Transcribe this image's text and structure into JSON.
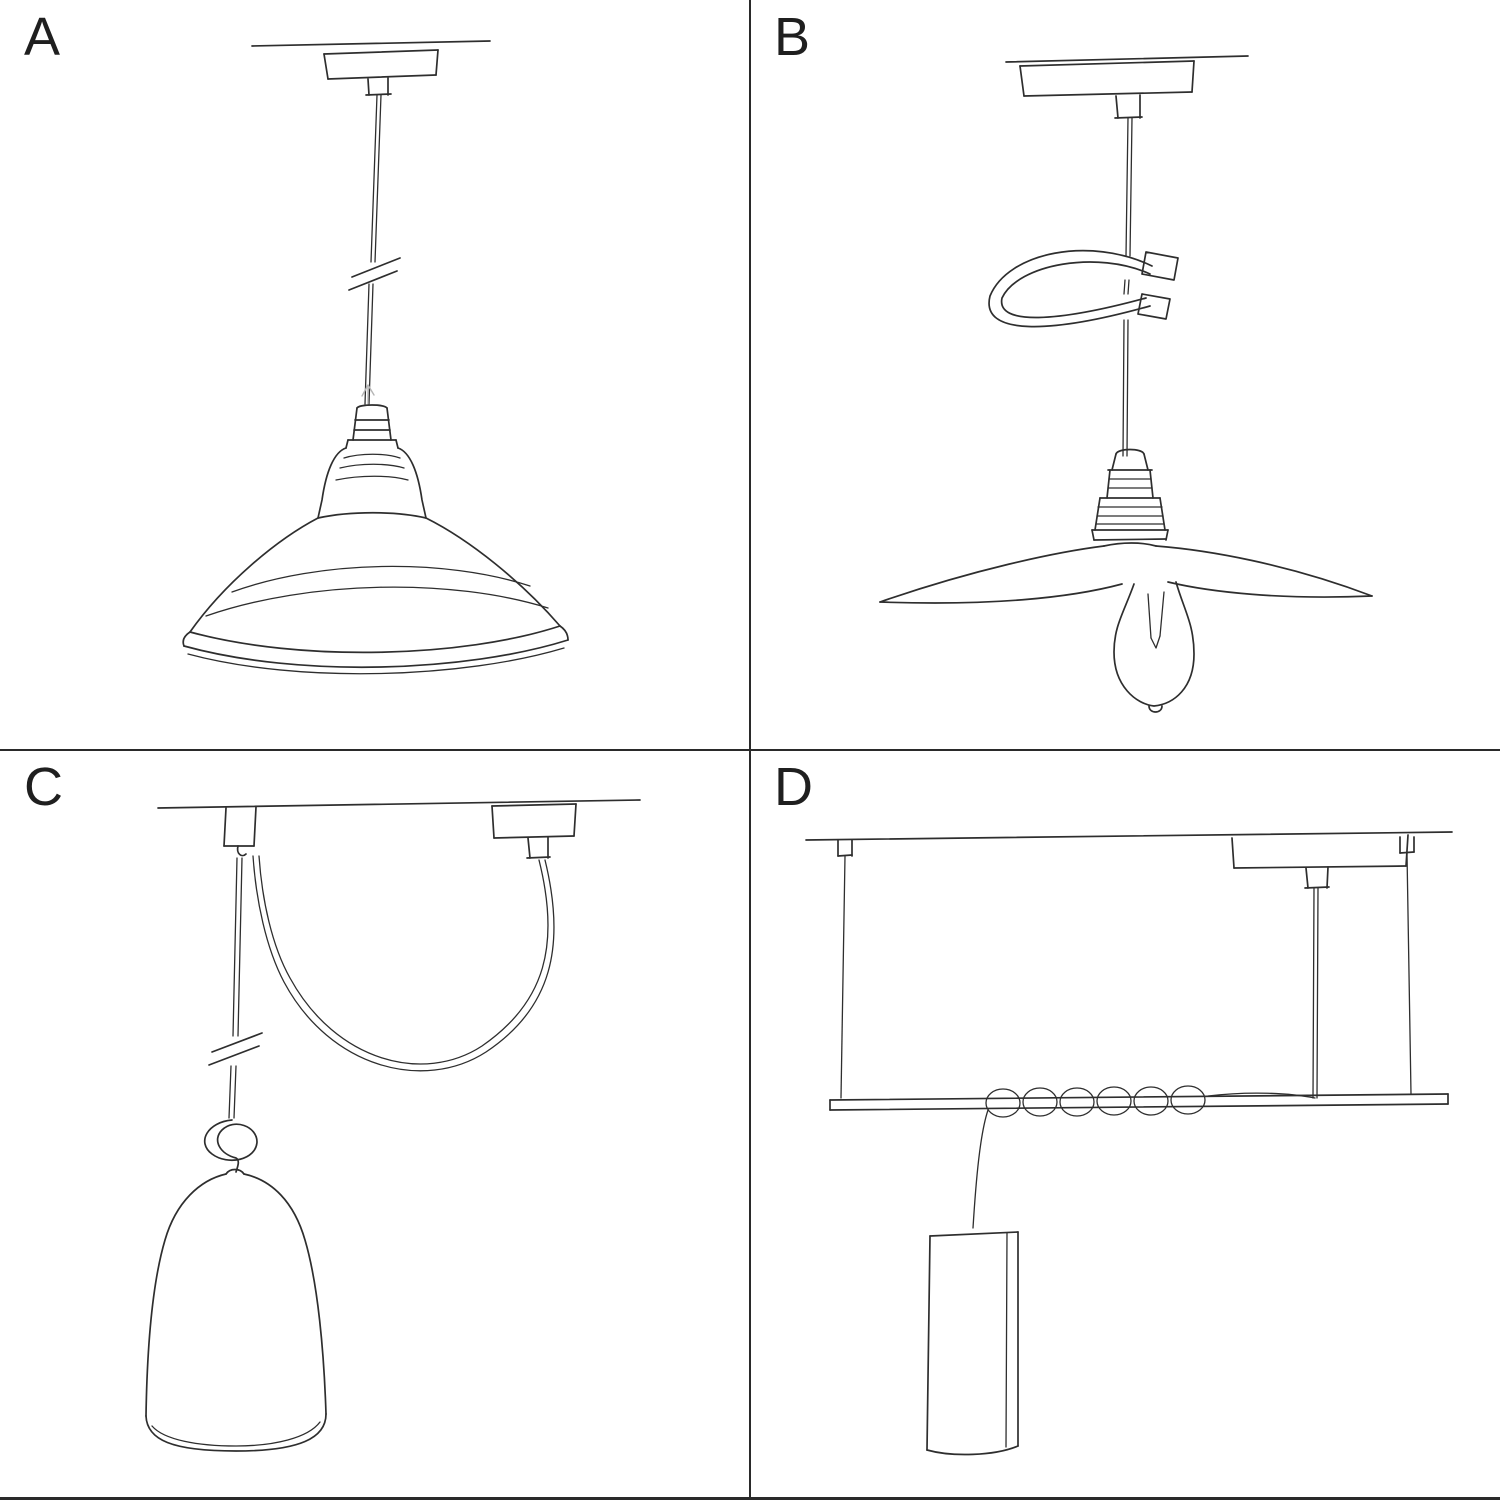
{
  "page": {
    "background": "#ffffff",
    "ink": "#2e2e2e",
    "divider": "#2a2a2a",
    "hint_stroke": "#b5b5b5",
    "label_color": "#1f1f1f"
  },
  "panels": [
    {
      "label": "A"
    },
    {
      "label": "B"
    },
    {
      "label": "C"
    },
    {
      "label": "D"
    }
  ]
}
